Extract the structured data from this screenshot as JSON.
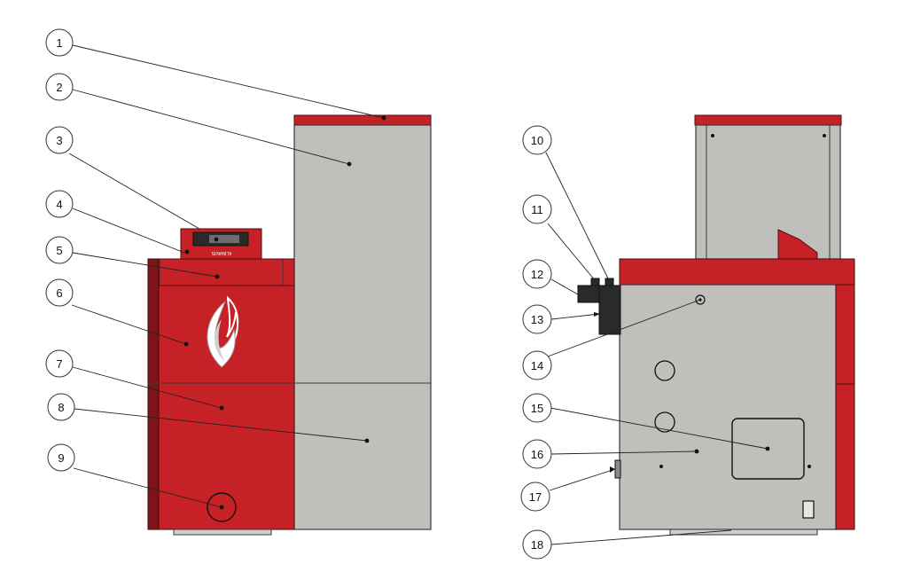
{
  "colors": {
    "boiler_red": "#c62126",
    "panel_grey": "#c0bfbc",
    "outline": "#3a3a3a"
  },
  "controller_plate_text": "KLIMAVIS",
  "callouts": [
    {
      "num": "1"
    },
    {
      "num": "2"
    },
    {
      "num": "3"
    },
    {
      "num": "4"
    },
    {
      "num": "5"
    },
    {
      "num": "6"
    },
    {
      "num": "7"
    },
    {
      "num": "8"
    },
    {
      "num": "9"
    },
    {
      "num": "10"
    },
    {
      "num": "11"
    },
    {
      "num": "12"
    },
    {
      "num": "13"
    },
    {
      "num": "14"
    },
    {
      "num": "15"
    },
    {
      "num": "16"
    },
    {
      "num": "17"
    },
    {
      "num": "18"
    }
  ]
}
